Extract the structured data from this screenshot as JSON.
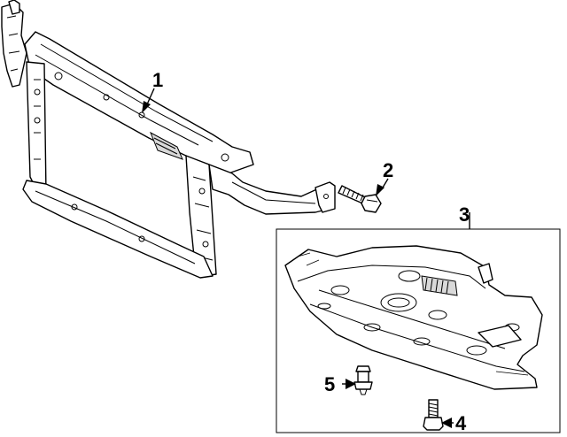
{
  "callouts": [
    {
      "id": "1",
      "text": "1"
    },
    {
      "id": "2",
      "text": "2"
    },
    {
      "id": "3",
      "text": "3"
    },
    {
      "id": "4",
      "text": "4"
    },
    {
      "id": "5",
      "text": "5"
    }
  ],
  "parts": [
    {
      "callout": "1",
      "icon": "radiator-support-frame"
    },
    {
      "callout": "2",
      "icon": "bolt"
    },
    {
      "callout": "3",
      "icon": "engine-splash-shield"
    },
    {
      "callout": "4",
      "icon": "bolt"
    },
    {
      "callout": "5",
      "icon": "push-pin-clip"
    }
  ]
}
